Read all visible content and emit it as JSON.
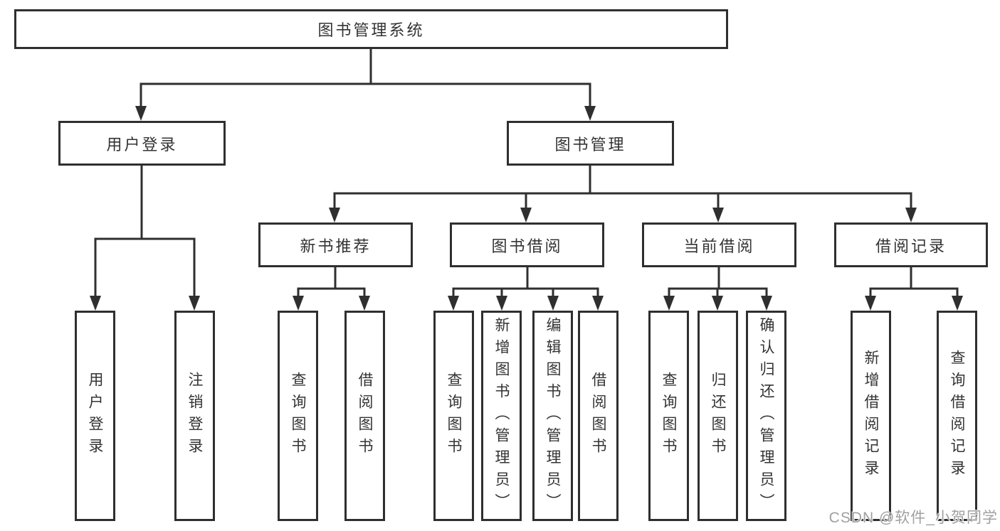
{
  "diagram_title": "图书管理系统",
  "nodes": {
    "root": "图书管理系统",
    "l2": [
      "用户登录",
      "图书管理"
    ],
    "l3": [
      "新书推荐",
      "图书借阅",
      "当前借阅",
      "借阅记录"
    ],
    "leaves": [
      "用户登录",
      "注销登录",
      "查询图书",
      "借阅图书",
      "查询图书",
      "新增图书（管理员）",
      "编辑图书（管理员）",
      "借阅图书",
      "查询图书",
      "归还图书",
      "确认归还（管理员）",
      "新增借阅记录",
      "查询借阅记录"
    ]
  },
  "hierarchy": {
    "图书管理系统": [
      "用户登录",
      "图书管理"
    ],
    "用户登录": [
      "用户登录",
      "注销登录"
    ],
    "图书管理": [
      "新书推荐",
      "图书借阅",
      "当前借阅",
      "借阅记录"
    ],
    "新书推荐": [
      "查询图书",
      "借阅图书"
    ],
    "图书借阅": [
      "查询图书",
      "新增图书（管理员）",
      "编辑图书（管理员）",
      "借阅图书"
    ],
    "当前借阅": [
      "查询图书",
      "归还图书",
      "确认归还（管理员）"
    ],
    "借阅记录": [
      "新增借阅记录",
      "查询借阅记录"
    ]
  },
  "watermark": "CSDN @软件_小贺同学",
  "colors": {
    "line": "#2f2f2f",
    "text": "#333333",
    "background": "#ffffff",
    "watermark": "#a0a0a0"
  }
}
